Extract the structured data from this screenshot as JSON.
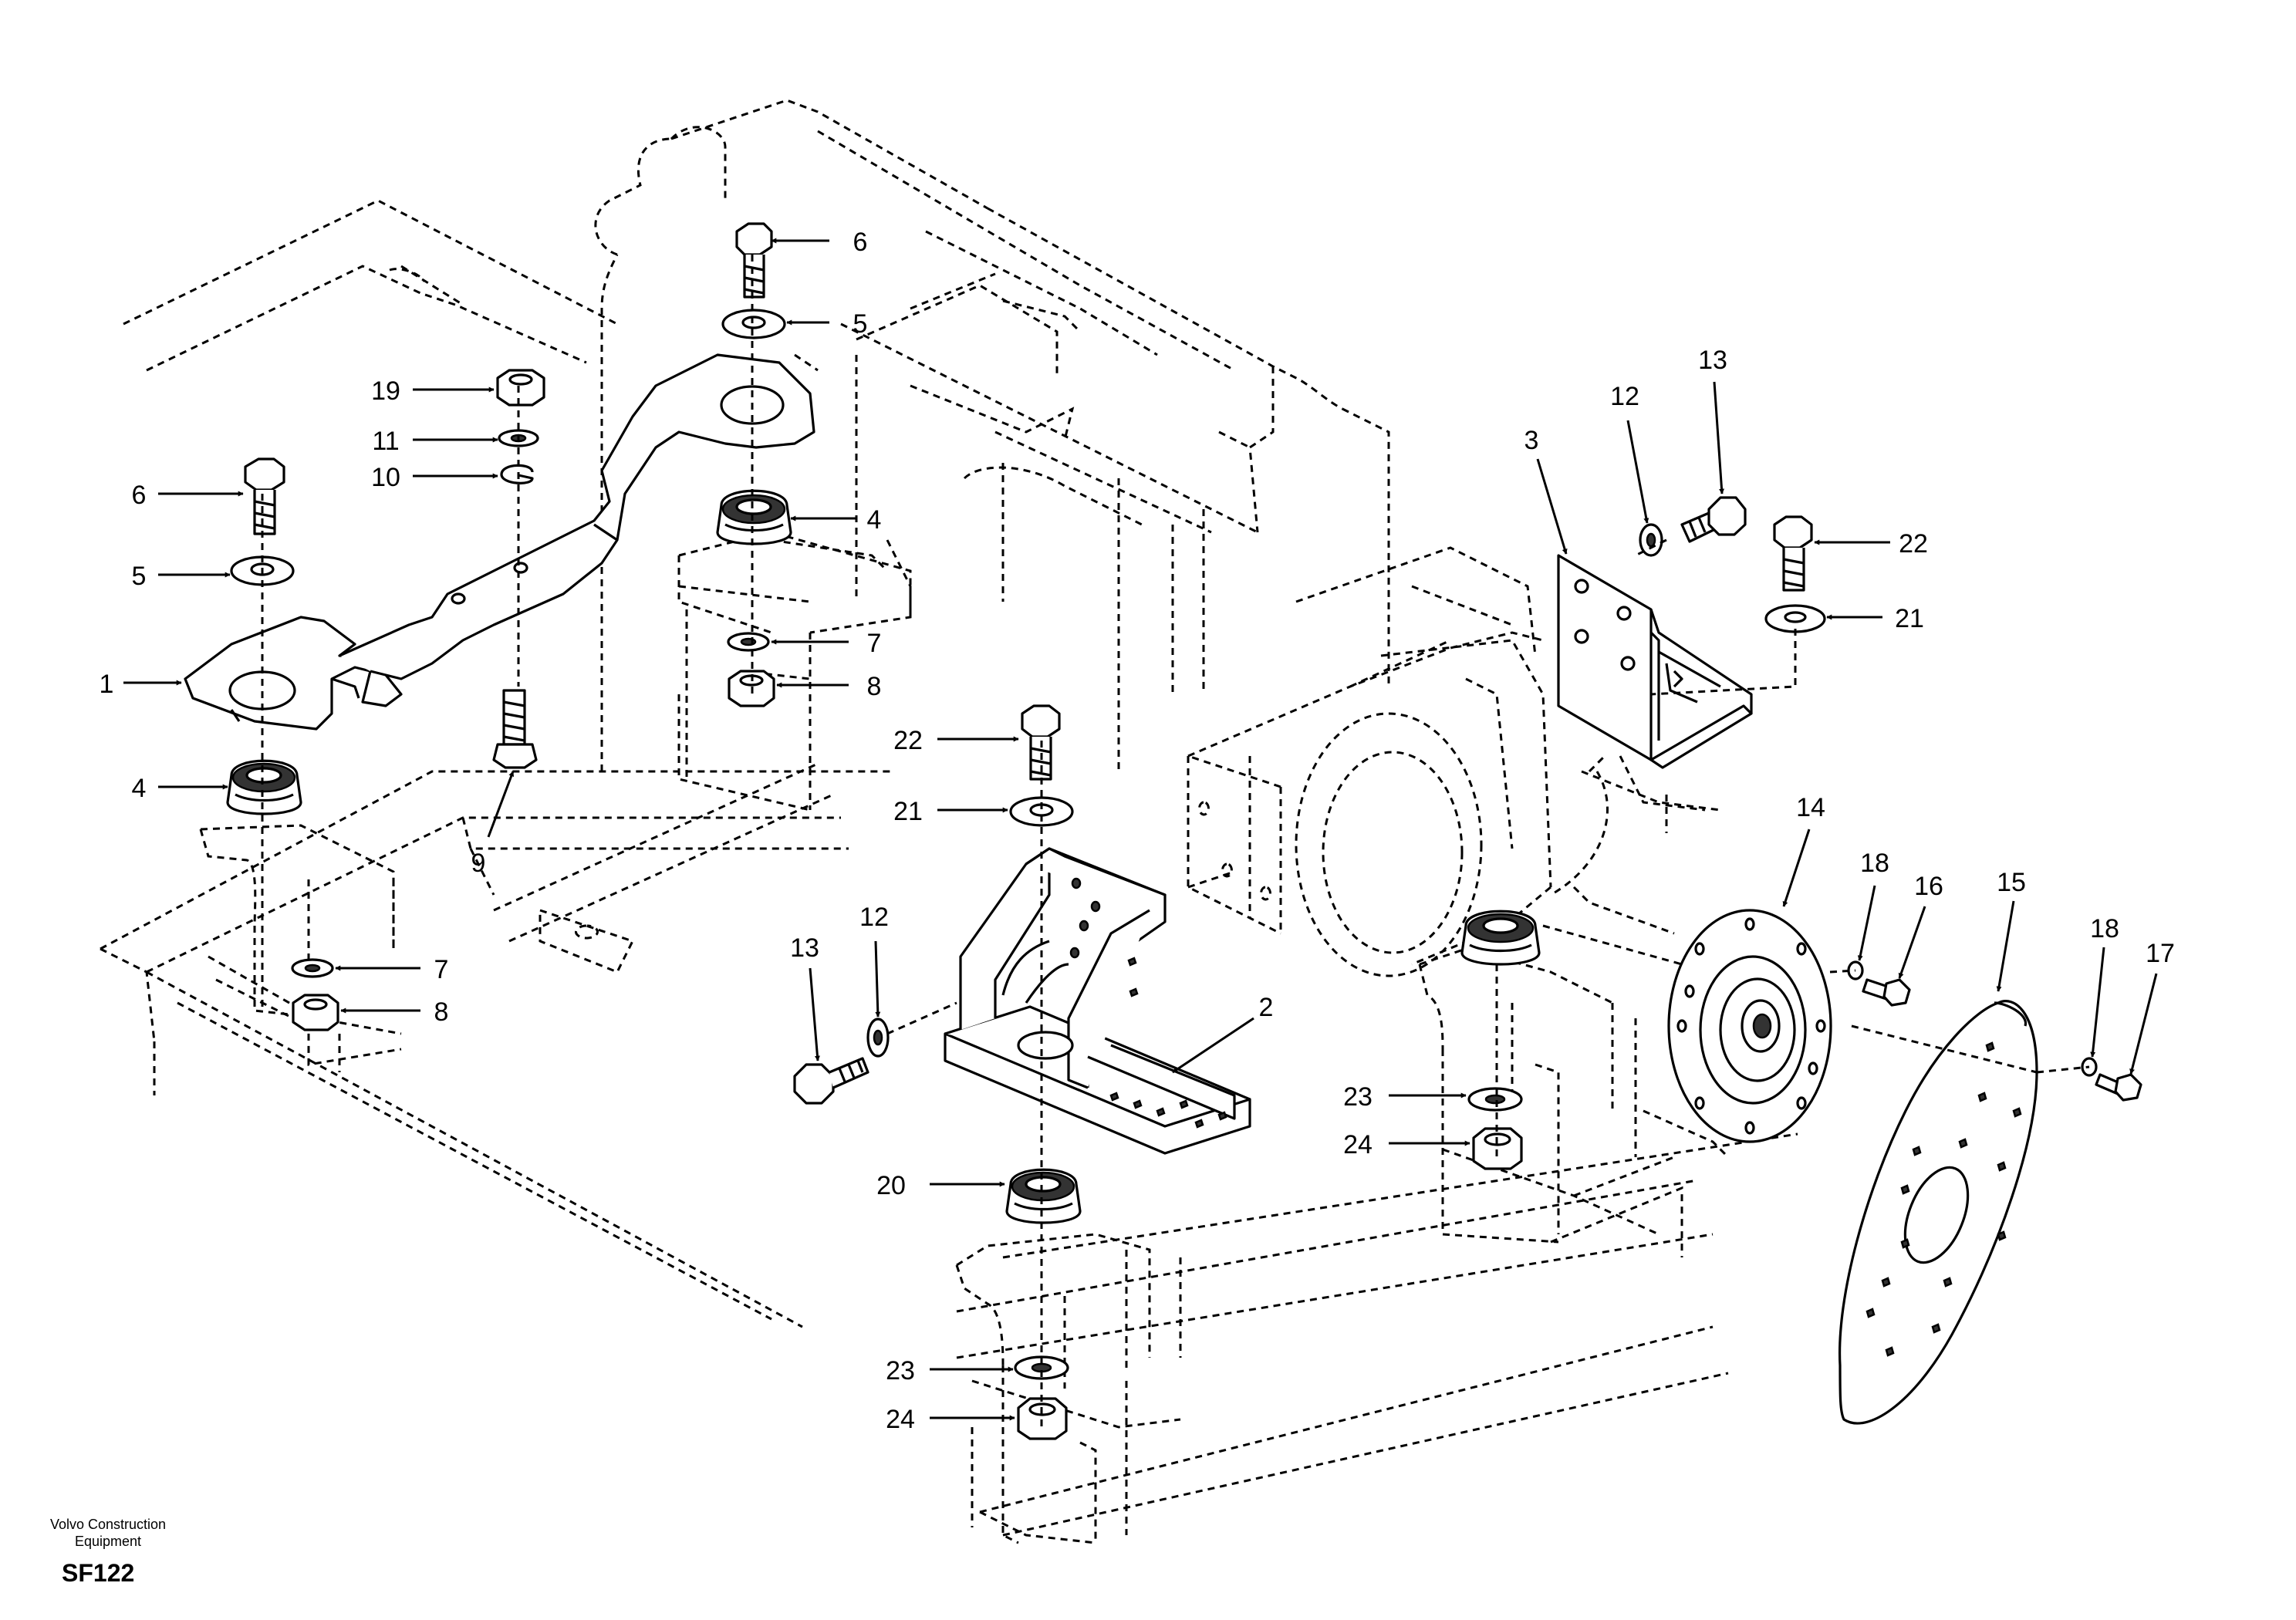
{
  "footer": {
    "maker_line1": "Volvo Construction",
    "maker_line2": "Equipment",
    "drawing_code": "SF122"
  },
  "callouts": [
    {
      "id": "c6a",
      "label": "6"
    },
    {
      "id": "c5a",
      "label": "5"
    },
    {
      "id": "c19",
      "label": "19"
    },
    {
      "id": "c11",
      "label": "11"
    },
    {
      "id": "c10",
      "label": "10"
    },
    {
      "id": "c6b",
      "label": "6"
    },
    {
      "id": "c4a",
      "label": "4"
    },
    {
      "id": "c5b",
      "label": "5"
    },
    {
      "id": "c7a",
      "label": "7"
    },
    {
      "id": "c8a",
      "label": "8"
    },
    {
      "id": "c1",
      "label": "1"
    },
    {
      "id": "c4b",
      "label": "4"
    },
    {
      "id": "c9",
      "label": "9"
    },
    {
      "id": "c7b",
      "label": "7"
    },
    {
      "id": "c8b",
      "label": "8"
    },
    {
      "id": "c22a",
      "label": "22"
    },
    {
      "id": "c21a",
      "label": "21"
    },
    {
      "id": "c13a",
      "label": "13"
    },
    {
      "id": "c12a",
      "label": "12"
    },
    {
      "id": "c2",
      "label": "2"
    },
    {
      "id": "c20",
      "label": "20"
    },
    {
      "id": "c23a",
      "label": "23"
    },
    {
      "id": "c24a",
      "label": "24"
    },
    {
      "id": "c23b",
      "label": "23"
    },
    {
      "id": "c24b",
      "label": "24"
    },
    {
      "id": "c3",
      "label": "3"
    },
    {
      "id": "c12b",
      "label": "12"
    },
    {
      "id": "c13b",
      "label": "13"
    },
    {
      "id": "c22b",
      "label": "22"
    },
    {
      "id": "c21b",
      "label": "21"
    },
    {
      "id": "c14",
      "label": "14"
    },
    {
      "id": "c18a",
      "label": "18"
    },
    {
      "id": "c16",
      "label": "16"
    },
    {
      "id": "c15",
      "label": "15"
    },
    {
      "id": "c18b",
      "label": "18"
    },
    {
      "id": "c17",
      "label": "17"
    }
  ]
}
